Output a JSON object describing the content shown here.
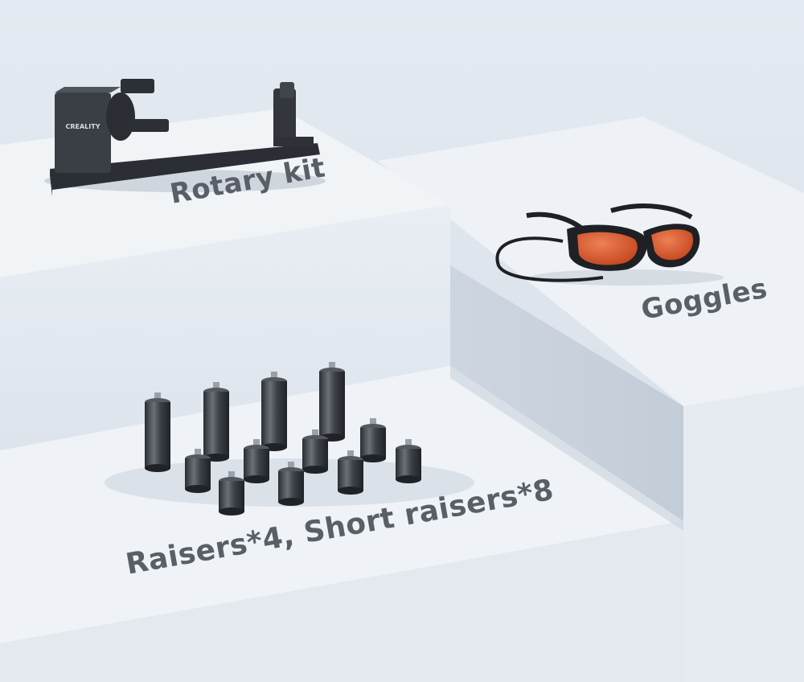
{
  "labels": {
    "rotary_kit": "Rotary kit",
    "goggles": "Goggles",
    "raisers": "Raisers*4, Short raisers*8"
  },
  "brand_text": "CREALITY",
  "colors": {
    "background": "#dfe6ee",
    "label_text": "#5a5e66",
    "product_dark": "#2e3238",
    "lens_orange": "#d9582a"
  }
}
